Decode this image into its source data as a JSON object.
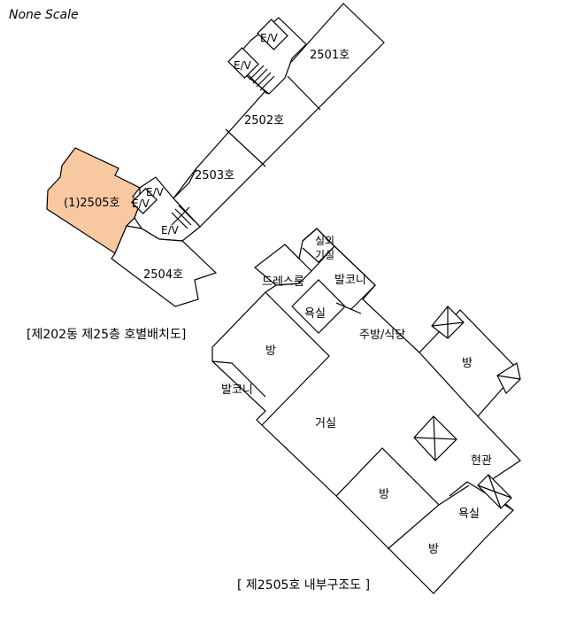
{
  "header": {
    "scale_note": "None Scale"
  },
  "floor_plan": {
    "title": "[제202동 제25층 호별배치도]",
    "units": {
      "u2501": "2501호",
      "u2502": "2502호",
      "u2503": "2503호",
      "u2504": "2504호",
      "u2505": "(1)2505호"
    },
    "elevator_label": "E/V",
    "highlight_color": "#f8c8a0"
  },
  "unit_plan": {
    "title": "[ 제2505호 내부구조도 ]",
    "rooms": {
      "outdoor_unit_top": "실외",
      "outdoor_unit_bottom": "기실",
      "dressroom": "드레스룸",
      "balcony_top": "발코니",
      "bath_top": "욕실",
      "kitchen": "주방/식당",
      "room_left": "방",
      "room_right": "방",
      "balcony_left": "발코니",
      "living": "거실",
      "entrance": "현관",
      "room_bottom1": "방",
      "room_bottom2": "방",
      "bath_bottom": "욕실"
    }
  }
}
